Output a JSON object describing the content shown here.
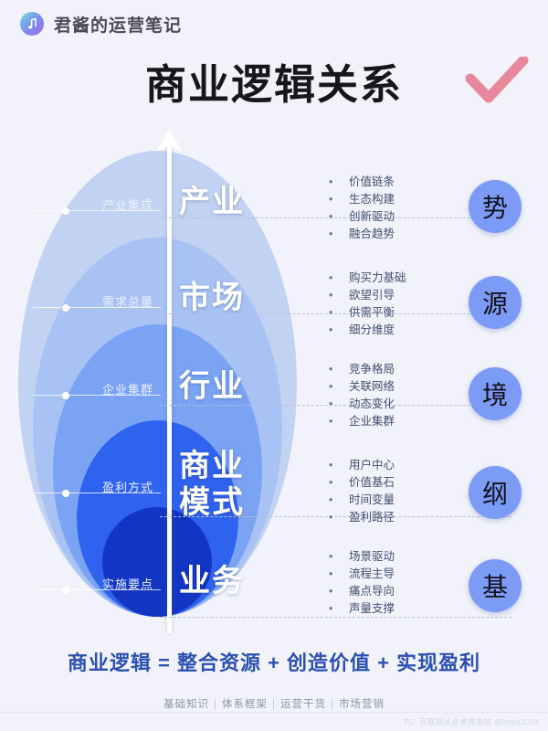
{
  "header": {
    "brand": "君酱的运营笔记",
    "logo_icon": "music-note-icon"
  },
  "title": {
    "text": "商业逻辑关系",
    "check_icon": "check-mark-icon",
    "check_color": "#e8899b"
  },
  "diagram": {
    "axis_icon": "upward-arrow-icon",
    "rows": [
      {
        "sublabel": "产业集成",
        "main": "产业",
        "badge": "势",
        "bullets": [
          "价值链条",
          "生态构建",
          "创新驱动",
          "融合趋势"
        ],
        "ellipse_color": "#c1d2f2"
      },
      {
        "sublabel": "需求总量",
        "main": "市场",
        "badge": "源",
        "bullets": [
          "购买力基础",
          "欲望引导",
          "供需平衡",
          "细分维度"
        ],
        "ellipse_color": "#a8c2f4"
      },
      {
        "sublabel": "企业集群",
        "main": "行业",
        "badge": "境",
        "bullets": [
          "竞争格局",
          "关联网络",
          "动态变化",
          "企业集群"
        ],
        "ellipse_color": "#7ba3f4"
      },
      {
        "sublabel": "盈利方式",
        "main": "商业\n模式",
        "badge": "纲",
        "bullets": [
          "用户中心",
          "价值基石",
          "时间变量",
          "盈利路径"
        ],
        "ellipse_color": "#2f62ef"
      },
      {
        "sublabel": "实施要点",
        "main": "业务",
        "badge": "基",
        "bullets": [
          "场景驱动",
          "流程主导",
          "痛点导向",
          "声量支撑"
        ],
        "ellipse_color": "#1335c4"
      }
    ]
  },
  "footer": {
    "formula": "商业逻辑 = 整合资源 + 创造价值 + 实现盈利",
    "tags": [
      "基础知识",
      "体系框架",
      "运营干货",
      "市场营销"
    ],
    "watermark": "TG: 互联网从业者充电站 @https1024"
  }
}
